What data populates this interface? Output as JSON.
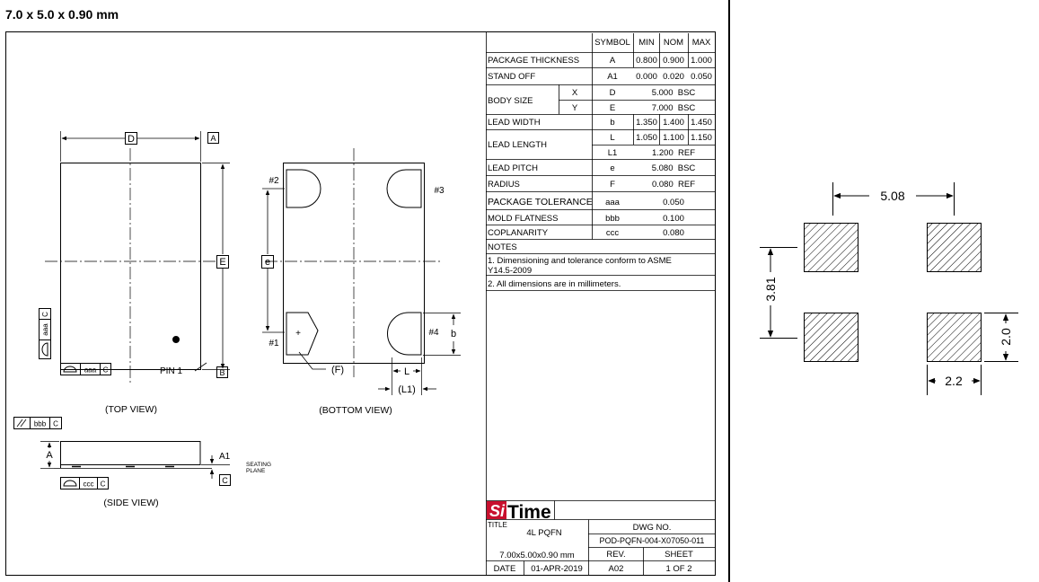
{
  "heading": "7.0 x 5.0 x 0.90 mm",
  "drawing": {
    "labels": {
      "D": "D",
      "E": "E",
      "e": "e",
      "A": "A",
      "B": "B",
      "C": "C",
      "b": "b",
      "L": "L",
      "L1": "(L1)",
      "F": "(F)",
      "A_side": "A",
      "A1": "A1",
      "seating": "SEATING",
      "plane": "PLANE",
      "pin1": "PIN 1",
      "pad1": "#1",
      "pad2": "#2",
      "pad3": "#3",
      "pad4": "#4",
      "pad1_mark": "+"
    },
    "frames": {
      "aaa_top": [
        "aaa",
        "C"
      ],
      "aaa_side": [
        "aaa",
        "C"
      ],
      "bbb": [
        "bbb",
        "C"
      ],
      "ccc": [
        "ccc",
        "C"
      ]
    },
    "captions": {
      "top": "(TOP VIEW)",
      "bottom": "(BOTTOM VIEW)",
      "side": "(SIDE VIEW)"
    }
  },
  "spec_table": {
    "headers": [
      "SYMBOL",
      "MIN",
      "NOM",
      "MAX"
    ],
    "rows": {
      "thickness": {
        "label": "PACKAGE THICKNESS",
        "symbol": "A",
        "min": "0.800",
        "nom": "0.900",
        "max": "1.000"
      },
      "standoff": {
        "label": "STAND OFF",
        "symbol": "A1",
        "min": "0.000",
        "nom": "0.020",
        "max": "0.050"
      },
      "body": {
        "label": "BODY SIZE",
        "x": "X",
        "y": "Y",
        "sym_x": "D",
        "val_x": "5.000  BSC",
        "sym_y": "E",
        "val_y": "7.000  BSC"
      },
      "width": {
        "label": "LEAD WIDTH",
        "symbol": "b",
        "min": "1.350",
        "nom": "1.400",
        "max": "1.450"
      },
      "length": {
        "label": "LEAD LENGTH",
        "symbol": "L",
        "min": "1.050",
        "nom": "1.100",
        "max": "1.150",
        "symbol2": "L1",
        "val2": "1.200  REF"
      },
      "pitch": {
        "label": "LEAD PITCH",
        "symbol": "e",
        "val": "5.080  BSC"
      },
      "radius": {
        "label": "RADIUS",
        "symbol": "F",
        "val": "0.080  REF"
      },
      "tolerance": {
        "label": "PACKAGE TOLERANCE",
        "symbol": "aaa",
        "val": "0.050"
      },
      "flatness": {
        "label": "MOLD FLATNESS",
        "symbol": "bbb",
        "val": "0.100"
      },
      "coplanarity": {
        "label": "COPLANARITY",
        "symbol": "ccc",
        "val": "0.080"
      }
    },
    "notes": {
      "title": "NOTES",
      "n1_line1": "1. Dimensioning and tolerance conform to ASME",
      "n1_line2": "Y14.5-2009",
      "n2": "2. All dimensions are in millimeters."
    }
  },
  "title_block": {
    "logo_si": "Si",
    "logo_time": "Time",
    "title_label": "TITLE",
    "title": "4L PQFN",
    "dwg_label": "DWG NO.",
    "dwg_no": "POD-PQFN-004-X07050-011",
    "size": "7.00x5.00x0.90 mm",
    "rev_label": "REV.",
    "sheet_label": "SHEET",
    "date_label": "DATE",
    "date": "01-APR-2019",
    "rev": "A02",
    "sheet": "1 OF 2"
  },
  "land_pattern": {
    "pitch_x": "5.08",
    "pitch_y": "3.81",
    "pad_h": "2.0",
    "pad_w": "2.2"
  },
  "colors": {
    "line": "#000000",
    "logo_red": "#c8102e"
  }
}
